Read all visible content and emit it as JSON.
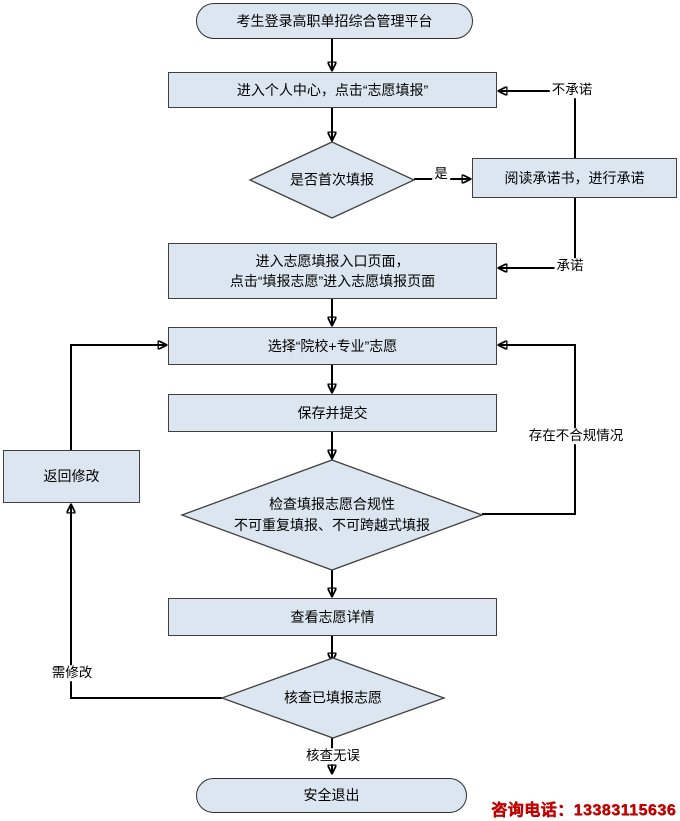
{
  "colors": {
    "node_fill": "#dce6f1",
    "node_border": "#404040",
    "line_color": "#000000",
    "hotline_color": "#cc0000"
  },
  "nodes": {
    "start": "考生登录高职单招综合管理平台",
    "personal_center": "进入个人中心，点击“志愿填报”",
    "first_time": "是否首次填报",
    "commitment": "阅读承诺书，进行承诺",
    "entry_line1": "进入志愿填报入口页面，",
    "entry_line2": "点击“填报志愿”进入志愿填报页面",
    "choose": "选择“院校+专业”志愿",
    "save_submit": "保存并提交",
    "check_line1": "检查填报志愿合规性",
    "check_line2": "不可重复填报、不可跨越式填报",
    "view_details": "查看志愿详情",
    "verify": "核查已填报志愿",
    "return_modify": "返回修改",
    "safe_exit": "安全退出"
  },
  "edge_labels": {
    "no_commit": "不承诺",
    "yes": "是",
    "commit": "承诺",
    "non_compliant": "存在不合规情况",
    "need_modify": "需修改",
    "verified_ok": "核查无误"
  },
  "footer": {
    "hotline": "咨询电话：13383115636"
  }
}
